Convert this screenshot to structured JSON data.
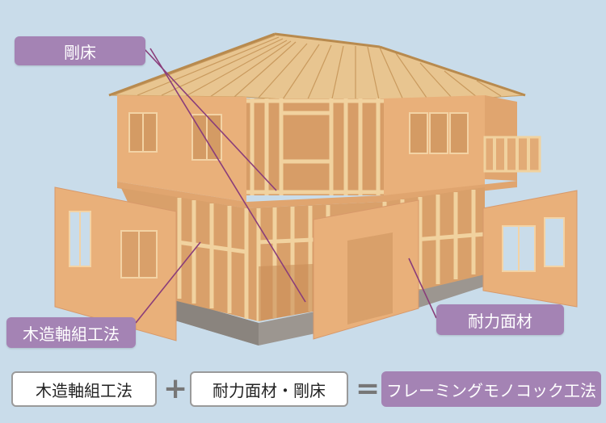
{
  "labels": {
    "floor": "剛床",
    "wood_frame": "木造軸組工法",
    "bearing_panel": "耐力面材"
  },
  "formula": {
    "term1": "木造軸組工法",
    "plus": "+",
    "term2": "耐力面材・剛床",
    "equals": "=",
    "result": "フレーミングモノコック工法"
  },
  "colors": {
    "background": "#c9dcea",
    "accent": "#a483b4",
    "wood": "#e9b07a",
    "timber": "#f1d29f"
  }
}
